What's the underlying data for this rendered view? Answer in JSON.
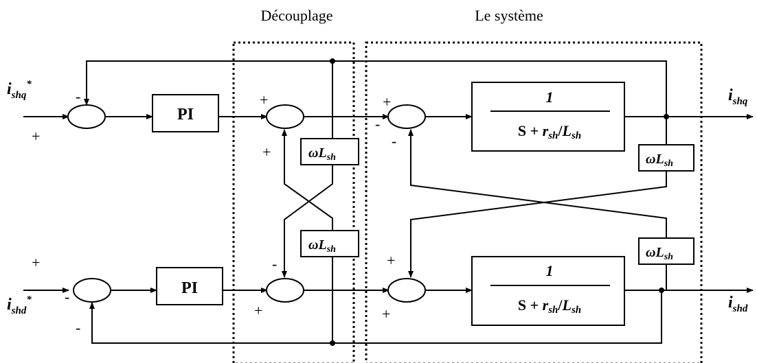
{
  "titles": {
    "decoupling": "Découplage",
    "system": "Le système"
  },
  "signals": {
    "i_shq_ref": {
      "main": "i",
      "sub": "shq",
      "sup": "*"
    },
    "i_shd_ref": {
      "main": "i",
      "sub": "shd",
      "sup": "*"
    },
    "i_shq_out": {
      "main": "i",
      "sub": "shq"
    },
    "i_shd_out": {
      "main": "i",
      "sub": "shd"
    }
  },
  "blocks": {
    "pi_top": "PI",
    "pi_bottom": "PI",
    "plant_numerator": "1",
    "plant_denominator": {
      "a": "S + ",
      "r": "r",
      "r_sub": "sh",
      "slash": "/",
      "l": "L",
      "l_sub": "sh"
    },
    "gain": {
      "omega": "ωL",
      "sub": "sh"
    }
  },
  "signs": {
    "plus": "+",
    "minus": "-"
  }
}
